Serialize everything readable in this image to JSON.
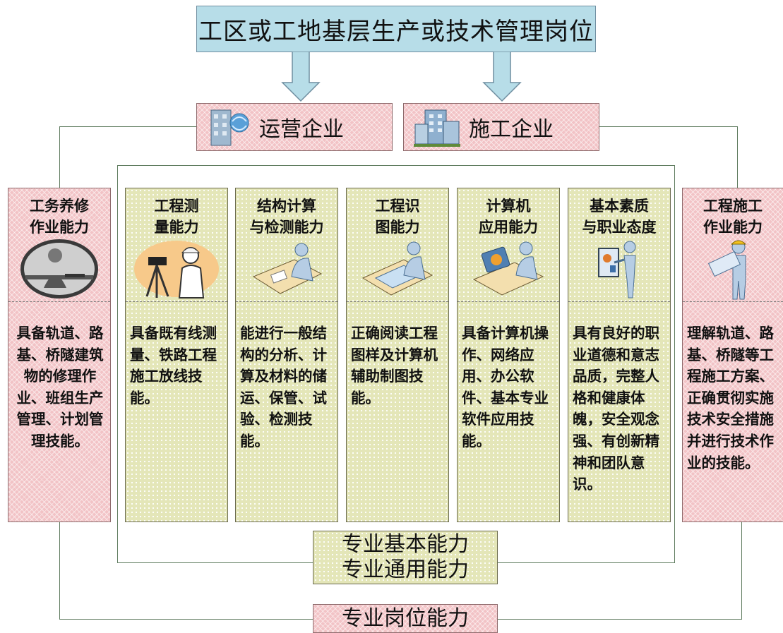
{
  "top_title": "工区或工地基层生产或技术管理岗位",
  "companies": {
    "operation": "运营企业",
    "construction": "施工企业"
  },
  "columns": [
    {
      "title": "工务养修\n作业能力",
      "desc": "具备轨道、路基、桥隧建筑物的修理作业、班组生产管理、计划管理技能。",
      "icon": "railway-worker-icon"
    },
    {
      "title": "工程测\n量能力",
      "desc": "具备既有线测量、铁路工程施工放线技能。",
      "icon": "surveyor-icon"
    },
    {
      "title": "结构计算\n与检测能力",
      "desc": "能进行一般结构的分析、计算及材料的储运、保管、试验、检测技能。",
      "icon": "desk-writing-icon"
    },
    {
      "title": "工程识\n图能力",
      "desc": "正确阅读工程图样及计算机辅助制图技能。",
      "icon": "drafting-table-icon"
    },
    {
      "title": "计算机\n应用能力",
      "desc": "具备计算机操作、网络应用、办公软件、基本专业软件应用技能。",
      "icon": "computer-user-icon"
    },
    {
      "title": "基本素质\n与职业态度",
      "desc": "具有良好的职业道德和意志品质，完整人格和健康体魄，安全观念强、有创新精神和团队意识。",
      "icon": "presenter-icon"
    },
    {
      "title": "工程施工\n作业能力",
      "desc": "理解轨道、路基、桥隧等工程施工方案、正确贯彻实施技术安全措施并进行技术作业的技能。",
      "icon": "blueprint-engineer-icon"
    }
  ],
  "professional_basic": [
    "专业基本能力",
    "专业通用能力"
  ],
  "job_position": "专业岗位能力"
}
